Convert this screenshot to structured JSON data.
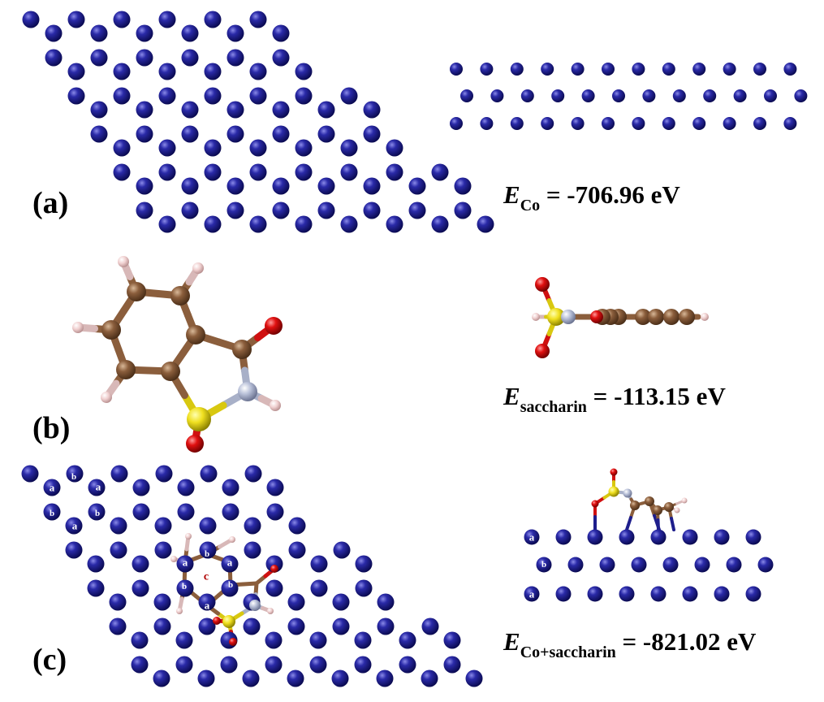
{
  "panels": {
    "a": {
      "label": "(a)"
    },
    "b": {
      "label": "(b)"
    },
    "c": {
      "label": "(c)"
    }
  },
  "energies": {
    "co": {
      "symbol": "E",
      "subscript": "Co",
      "value": "= -706.96 eV"
    },
    "saccharin": {
      "symbol": "E",
      "subscript": "saccharin",
      "value": "= -113.15 eV"
    },
    "co_saccharin": {
      "symbol": "E",
      "subscript": "Co+saccharin",
      "value": "= -821.02 eV"
    }
  },
  "site_labels": {
    "a": "a",
    "b": "b",
    "c": "c"
  },
  "colors": {
    "cobalt": "#1e1e8c",
    "carbon": "#8b5e3c",
    "hydrogen": "#f2d4d4",
    "oxygen": "#e01010",
    "nitrogen": "#b8c0d8",
    "sulfur": "#f0e020",
    "site_label_ring": "#ffffff",
    "site_c_label": "#b00000"
  }
}
